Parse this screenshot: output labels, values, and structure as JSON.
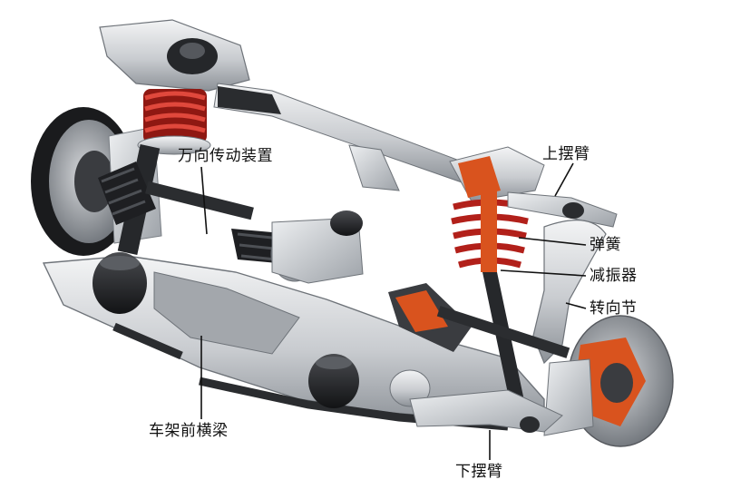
{
  "labels": {
    "cv_joint": "万向传动装置",
    "upper_arm": "上摆臂",
    "spring": "弹簧",
    "damper": "减振器",
    "knuckle": "转向节",
    "subframe": "车架前横梁",
    "lower_arm": "下摆臂"
  },
  "colors": {
    "metal_light": "#e6e8ea",
    "metal_mid": "#b9bdc2",
    "metal_dark": "#6e7379",
    "rubber": "#1e1f22",
    "spring_red": "#b2201a",
    "cutaway_orange": "#d9531e",
    "leader_line": "#111111"
  }
}
